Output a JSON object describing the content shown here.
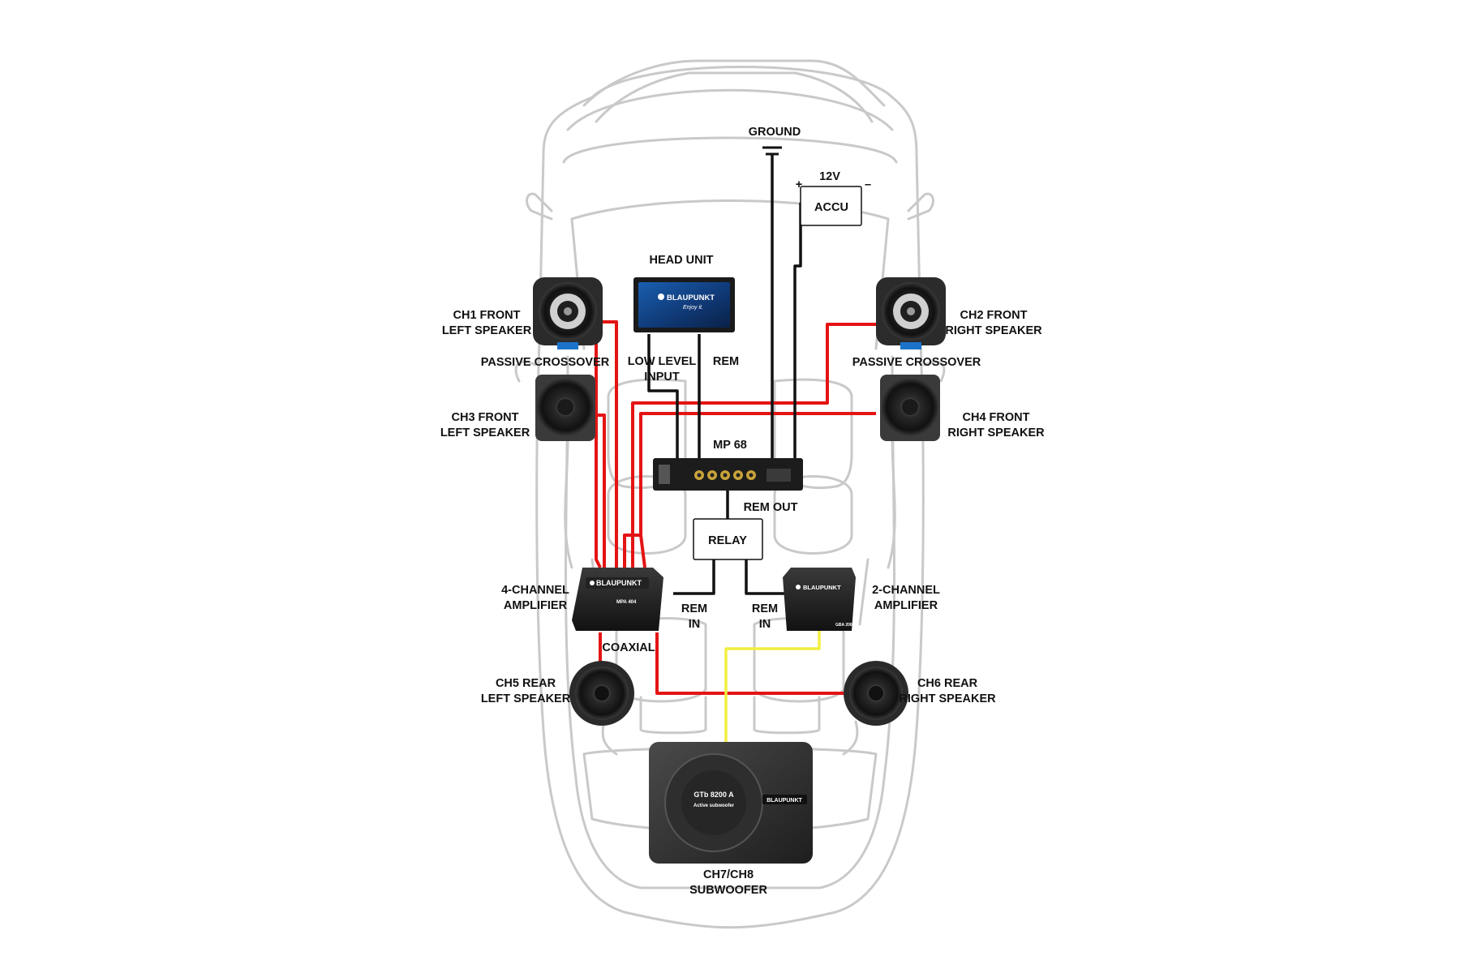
{
  "labels": {
    "ground": "GROUND",
    "v12": "12V",
    "plus": "+",
    "minus": "–",
    "accu": "ACCU",
    "head_unit": "HEAD UNIT",
    "ch1_l1": "CH1 FRONT",
    "ch1_l2": "LEFT SPEAKER",
    "ch2_l1": "CH2 FRONT",
    "ch2_l2": "RIGHT SPEAKER",
    "crossover_left": "PASSIVE CROSSOVER",
    "crossover_right": "PASSIVE CROSSOVER",
    "low_level_l1": "LOW LEVEL",
    "low_level_l2": "INPUT",
    "rem": "REM",
    "ch3_l1": "CH3 FRONT",
    "ch3_l2": "LEFT SPEAKER",
    "ch4_l1": "CH4 FRONT",
    "ch4_l2": "RIGHT SPEAKER",
    "mp68": "MP 68",
    "rem_out": "REM OUT",
    "relay": "RELAY",
    "amp4_l1": "4-CHANNEL",
    "amp4_l2": "AMPLIFIER",
    "amp2_l1": "2-CHANNEL",
    "amp2_l2": "AMPLIFIER",
    "rem_in_left_1": "REM",
    "rem_in_left_2": "IN",
    "rem_in_right_1": "REM",
    "rem_in_right_2": "IN",
    "coaxial": "COAXIAL",
    "ch5_l1": "CH5 REAR",
    "ch5_l2": "LEFT SPEAKER",
    "ch6_l1": "CH6 REAR",
    "ch6_l2": "RIGHT SPEAKER",
    "sub_l1": "CH7/CH8",
    "sub_l2": "SUBWOOFER"
  },
  "devices": {
    "brand": "BLAUPUNKT",
    "head_unit_tagline": "Enjoy it.",
    "sub_model": "GTb 8200 A",
    "sub_model_sub": "Active subwoofer",
    "amp4_model": "MPA 404",
    "amp2_model": "GBA 200"
  },
  "colors": {
    "speaker_wire": "#e41414",
    "control_wire": "#111111",
    "sub_wire": "#f2ee40",
    "car_outline": "#c9c9c9"
  }
}
